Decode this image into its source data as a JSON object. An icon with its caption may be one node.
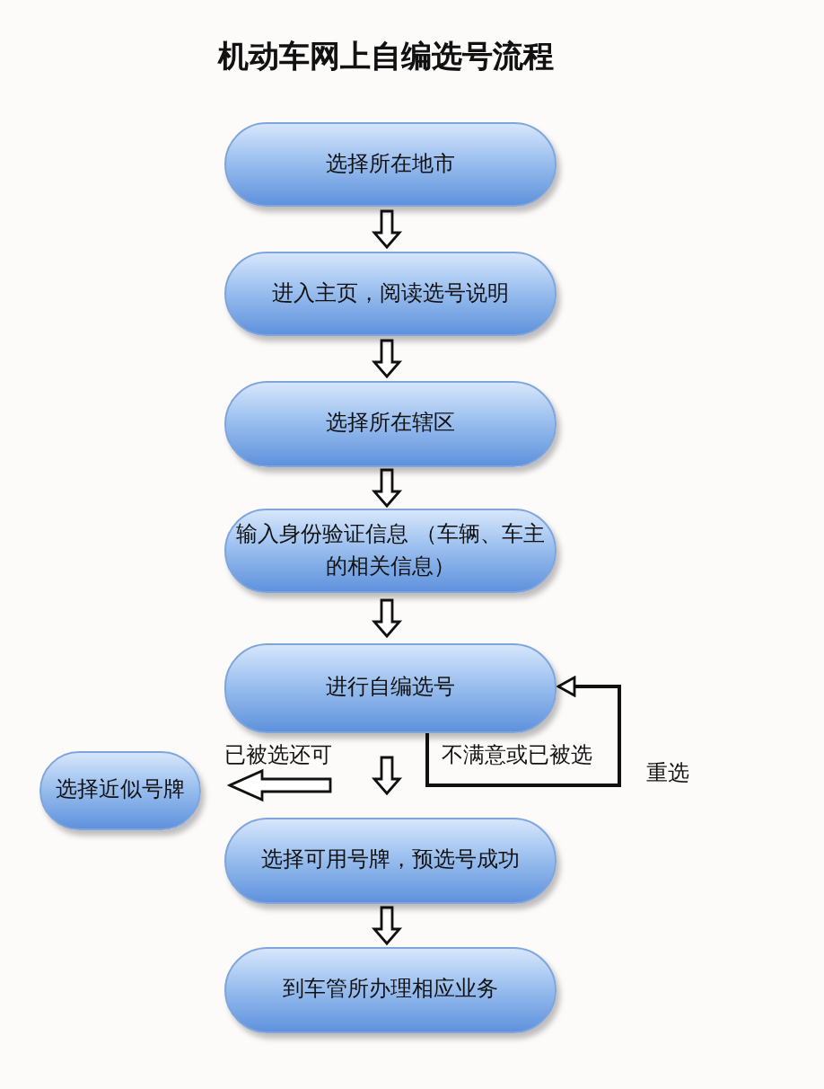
{
  "diagram": {
    "title": "机动车网上自编选号流程",
    "nodes": [
      {
        "text": [
          "选择所在地市"
        ]
      },
      {
        "text": [
          "进入主页，阅读选号说明"
        ]
      },
      {
        "text": [
          "选择所在辖区"
        ]
      },
      {
        "text": [
          "输入身份验证信息 （车辆、车主的相关信息）"
        ]
      },
      {
        "text": [
          "进行自编选号"
        ]
      },
      {
        "text": [
          "选择近似号牌"
        ]
      },
      {
        "text": [
          "选择可用号牌，预选号成功"
        ]
      },
      {
        "text": [
          "到车管所办理相应业务"
        ]
      }
    ],
    "edges": [
      {
        "from": 0,
        "to": 1,
        "arrow": "to"
      },
      {
        "from": 1,
        "to": 2,
        "arrow": "to"
      },
      {
        "from": 2,
        "to": 3,
        "arrow": "to"
      },
      {
        "from": 3,
        "to": 4,
        "arrow": "to"
      },
      {
        "from": 4,
        "to": 5,
        "arrow": "to",
        "label": "已被选还可"
      },
      {
        "from": 4,
        "to": 6,
        "arrow": "to"
      },
      {
        "from": 4,
        "to": 4,
        "arrow": "to",
        "label": "不满意或已被选"
      },
      {
        "from": 6,
        "to": 7,
        "arrow": "to"
      }
    ],
    "labels": [
      "重选"
    ]
  }
}
